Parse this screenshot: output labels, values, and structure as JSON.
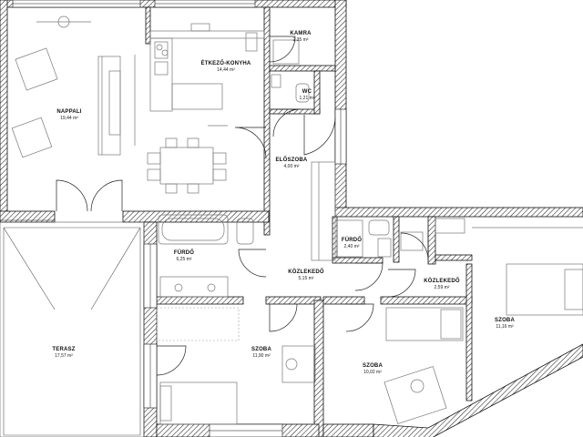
{
  "rooms": {
    "nappali": {
      "name": "NAPPALI",
      "area": "19,44 m²"
    },
    "etkezo": {
      "name": "ÉTKEZŐ-KONYHA",
      "area": "14,44 m²"
    },
    "kamra": {
      "name": "KAMRA",
      "area": "2,35 m²"
    },
    "wc": {
      "name": "WC",
      "area": "1,21 m²"
    },
    "eloszoba": {
      "name": "ELŐSZOBA",
      "area": "4,00 m²"
    },
    "furdo1": {
      "name": "FÜRDŐ",
      "area": "6,25 m²"
    },
    "furdo2": {
      "name": "FÜRDŐ",
      "area": "2,40 m²"
    },
    "kozlekedo1": {
      "name": "KÖZLEKEDŐ",
      "area": "5,15 m²"
    },
    "kozlekedo2": {
      "name": "KÖZLEKEDŐ",
      "area": "2,59 m²"
    },
    "terasz": {
      "name": "TERASZ",
      "area": "17,57 m²"
    },
    "szoba1": {
      "name": "SZOBA",
      "area": "11,90 m²"
    },
    "szoba2": {
      "name": "SZOBA",
      "area": "10,02 m²"
    },
    "szoba3": {
      "name": "SZOBA",
      "area": "11,16 m²"
    }
  },
  "colors": {
    "wall": "#111111",
    "hatch": "#333333",
    "furniture": "#777777"
  }
}
